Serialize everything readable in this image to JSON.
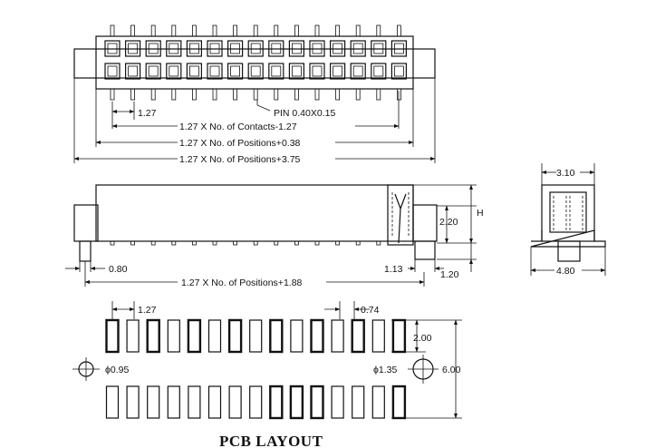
{
  "top_view": {
    "dims": {
      "pitch": "1.27",
      "pin": "PIN 0.40X0.15",
      "contacts": "1.27 X No. of Contacts-1.27",
      "positions_038": "1.27 X No. of Positions+0.38",
      "positions_375": "1.27 X No. of Positions+3.75"
    }
  },
  "side_view": {
    "dims": {
      "offset_left": "0.80",
      "length": "1.27 X No. of Positions+1.88",
      "offset_right": "1.13",
      "tail": "1.20",
      "height_lower": "2.20",
      "height": "H"
    }
  },
  "end_view": {
    "dims": {
      "top_width": "3.10",
      "bottom_width": "4.80"
    }
  },
  "pcb_layout": {
    "title": "PCB LAYOUT",
    "dims": {
      "pitch": "1.27",
      "pad_width": "0.74",
      "pad_length": "2.00",
      "row_span": "6.00",
      "hole_small": "ϕ0.95",
      "hole_large": "ϕ1.35"
    }
  }
}
